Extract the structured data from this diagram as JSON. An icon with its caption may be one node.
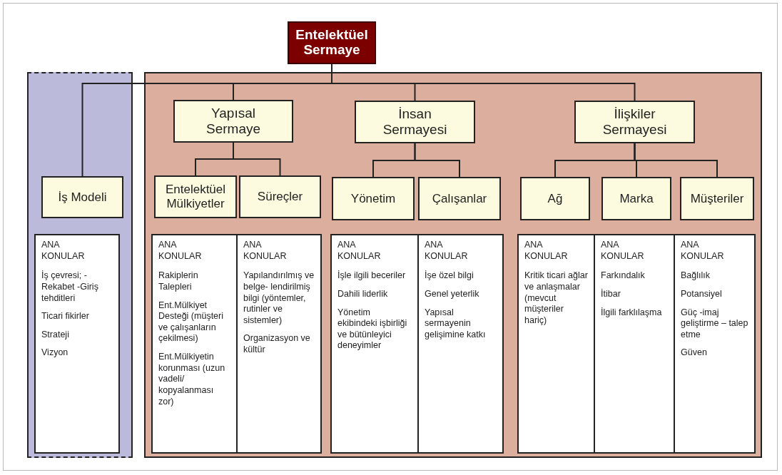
{
  "diagram": {
    "nodes": [
      {
        "text": [
          "Entelektüel Sermaye"
        ]
      },
      {
        "text": [],
        "shape": "box"
      },
      {
        "text": [],
        "shape": "box"
      },
      {
        "text": [
          "İş Modeli"
        ],
        "in": 1
      },
      {
        "text": [
          "Yapısal Sermaye"
        ],
        "in": 2
      },
      {
        "text": [
          "İnsan Sermayesi"
        ],
        "in": 2
      },
      {
        "text": [
          "İlişkiler Sermayesi"
        ],
        "in": 2
      },
      {
        "text": [
          "Entelektüel Mülkiyetler"
        ],
        "in": 2
      },
      {
        "text": [
          "Süreçler"
        ],
        "in": 2
      },
      {
        "text": [
          "Yönetim"
        ],
        "in": 2
      },
      {
        "text": [
          "Çalışanlar"
        ],
        "in": 2
      },
      {
        "text": [
          "Ağ"
        ],
        "in": 2
      },
      {
        "text": [
          "Marka"
        ],
        "in": 2
      },
      {
        "text": [
          "Müşteriler"
        ],
        "in": 2
      },
      {
        "text": [
          "ANA KONULAR",
          "İş çevresi; -Rekabet -Giriş tehditleri",
          "Ticari fikirler",
          "Strateji",
          "Vizyon"
        ],
        "in": 1
      },
      {
        "text": [
          "ANA KONULAR",
          "Rakiplerin Talepleri",
          "Ent.Mülkiyet Desteği (müşteri ve çalışanların çekilmesi)",
          "Ent.Mülkiyetin korunması (uzun vadeli/ kopyalanması zor)"
        ],
        "in": 2
      },
      {
        "text": [
          "ANA KONULAR",
          "Yapılandırılmış ve belge- lendirilmiş bilgi (yöntemler, rutinler ve sistemler)",
          "Organizasyon ve kültür"
        ],
        "in": 2
      },
      {
        "text": [
          "ANA KONULAR",
          "İşle ilgili beceriler",
          "Dahili liderlik",
          "Yönetim ekibindeki işbirliği ve bütünleyici deneyimler"
        ],
        "in": 2
      },
      {
        "text": [
          "ANA KONULAR",
          "İşe özel bilgi",
          "Genel yeterlik",
          "Yapısal sermayenin gelişimine katkı"
        ],
        "in": 2
      },
      {
        "text": [
          "ANA KONULAR",
          "Kritik ticari ağlar ve anlaşmalar (mevcut müşteriler hariç)"
        ],
        "in": 2
      },
      {
        "text": [
          "ANA KONULAR",
          "Farkındalık",
          "İtibar",
          "İlgili farklılaşma"
        ],
        "in": 2
      },
      {
        "text": [
          "ANA KONULAR",
          "Bağlılık",
          "Potansiyel",
          "Güç -imaj geliştirme – talep etme",
          "Güven"
        ],
        "in": 2
      }
    ],
    "edges": [
      {
        "from": 0,
        "to": 3,
        "arrow": "none"
      },
      {
        "from": 0,
        "to": 4,
        "arrow": "none"
      },
      {
        "from": 0,
        "to": 5,
        "arrow": "none"
      },
      {
        "from": 0,
        "to": 6,
        "arrow": "none"
      },
      {
        "from": 4,
        "to": 7,
        "arrow": "none"
      },
      {
        "from": 4,
        "to": 8,
        "arrow": "none"
      },
      {
        "from": 5,
        "to": 9,
        "arrow": "none"
      },
      {
        "from": 5,
        "to": 10,
        "arrow": "none"
      },
      {
        "from": 6,
        "to": 11,
        "arrow": "none"
      },
      {
        "from": 6,
        "to": 12,
        "arrow": "none"
      },
      {
        "from": 6,
        "to": 13,
        "arrow": "none"
      }
    ]
  }
}
